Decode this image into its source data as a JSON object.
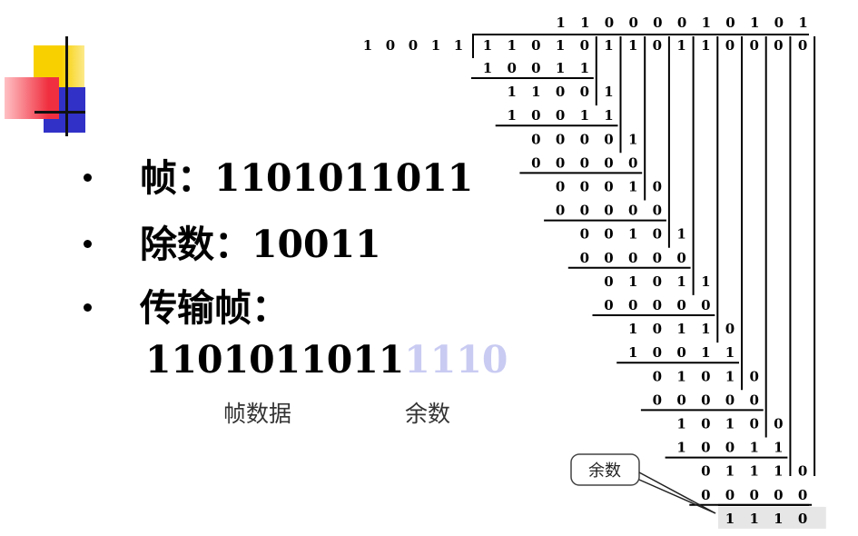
{
  "bullets": [
    {
      "label": "帧：",
      "value": "1101011011"
    },
    {
      "label": "除数：",
      "value": "10011"
    },
    {
      "label": "传输帧：",
      "value": ""
    }
  ],
  "transmitted_frame": {
    "data_part": "1101011011",
    "remainder_part": "1110"
  },
  "captions": {
    "data": "帧数据",
    "remainder": "余数"
  },
  "long_division": {
    "quotient": "11000010101",
    "divisor": "10011",
    "dividend": "11010110110000",
    "steps": [
      "10011",
      "11001",
      "10011",
      "00001",
      "00000",
      "00010",
      "00000",
      "00101",
      "00000",
      "01011",
      "00000",
      "10110",
      "10011",
      "01010",
      "00000",
      "10100",
      "10011",
      "01110",
      "00000"
    ],
    "remainder": "1110",
    "callout_label": "余数"
  },
  "colors": {
    "logo_yellow": "#f8d000",
    "logo_red": "#f0303a",
    "logo_blue": "#3030d0",
    "remainder_light": "#c9cbf2",
    "remainder_box": "#e6e6e6"
  }
}
